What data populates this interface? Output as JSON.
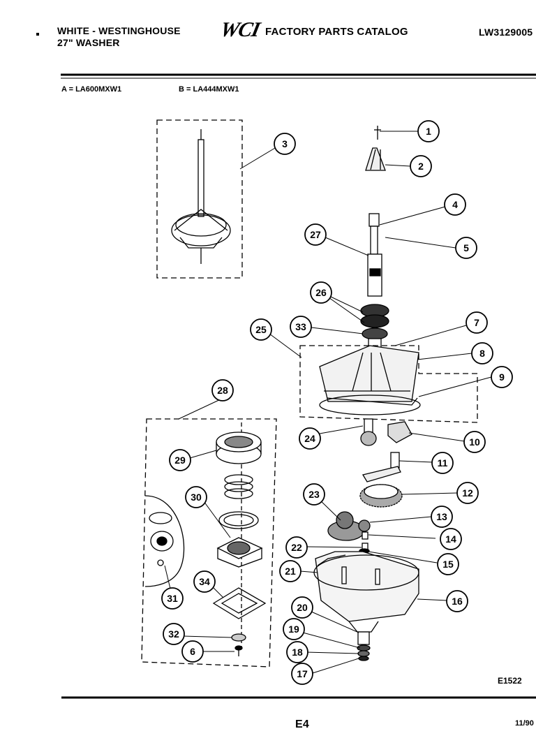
{
  "header": {
    "brand_line1": "WHITE - WESTINGHOUSE",
    "brand_line2": "27\" WASHER",
    "logo_text": "WCI",
    "catalog_title": "FACTORY PARTS CATALOG",
    "catalog_code": "LW3129005"
  },
  "models": {
    "model_a": "A = LA600MXW1",
    "model_b": "B = LA444MXW1"
  },
  "callouts": [
    "1",
    "2",
    "3",
    "4",
    "5",
    "27",
    "26",
    "33",
    "7",
    "25",
    "8",
    "9",
    "28",
    "24",
    "10",
    "29",
    "11",
    "12",
    "30",
    "23",
    "13",
    "14",
    "22",
    "15",
    "21",
    "31",
    "34",
    "16",
    "20",
    "19",
    "32",
    "6",
    "18",
    "17"
  ],
  "footer": {
    "diagram_code": "E1522",
    "page_number": "E4",
    "date": "11/90"
  }
}
